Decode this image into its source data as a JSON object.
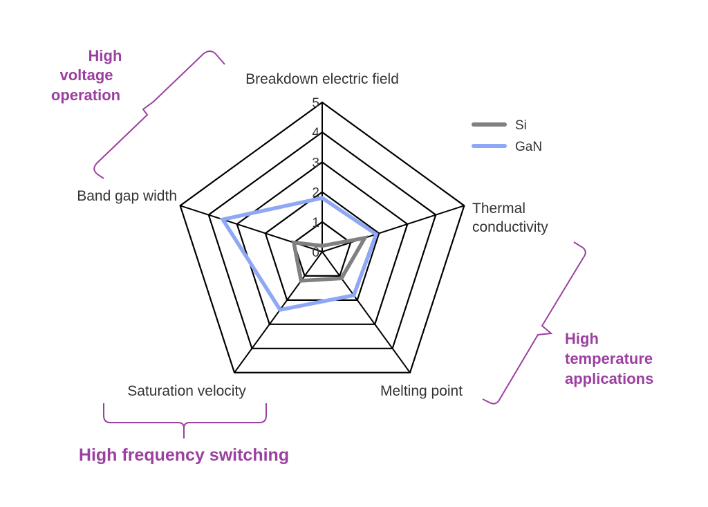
{
  "chart_data": {
    "type": "radar",
    "axes": [
      "Breakdown electric field",
      "Thermal conductivity",
      "Melting point",
      "Saturation velocity",
      "Band gap width"
    ],
    "axis_label_lines": [
      [
        "Breakdown electric field"
      ],
      [
        "Thermal",
        "conductivity"
      ],
      [
        "Melting point"
      ],
      [
        "Saturation velocity"
      ],
      [
        "Band gap width"
      ]
    ],
    "ticks": [
      0,
      1,
      2,
      3,
      4,
      5
    ],
    "range": [
      0,
      5
    ],
    "series": [
      {
        "name": "Si",
        "values": [
          0.2,
          1.5,
          1.1,
          1.2,
          1.0
        ],
        "color": "#808080"
      },
      {
        "name": "GaN",
        "values": [
          1.8,
          1.9,
          1.8,
          2.4,
          3.5
        ],
        "color": "#8fa8f5"
      }
    ],
    "legend_position": "top-right",
    "grid": true
  },
  "callouts": {
    "voltage": [
      "High",
      "voltage",
      "operation"
    ],
    "temperature": [
      "High",
      "temperature",
      "applications"
    ],
    "frequency": "High frequency switching"
  },
  "colors": {
    "callout": "#9b3fa0",
    "grid": "#000000"
  }
}
